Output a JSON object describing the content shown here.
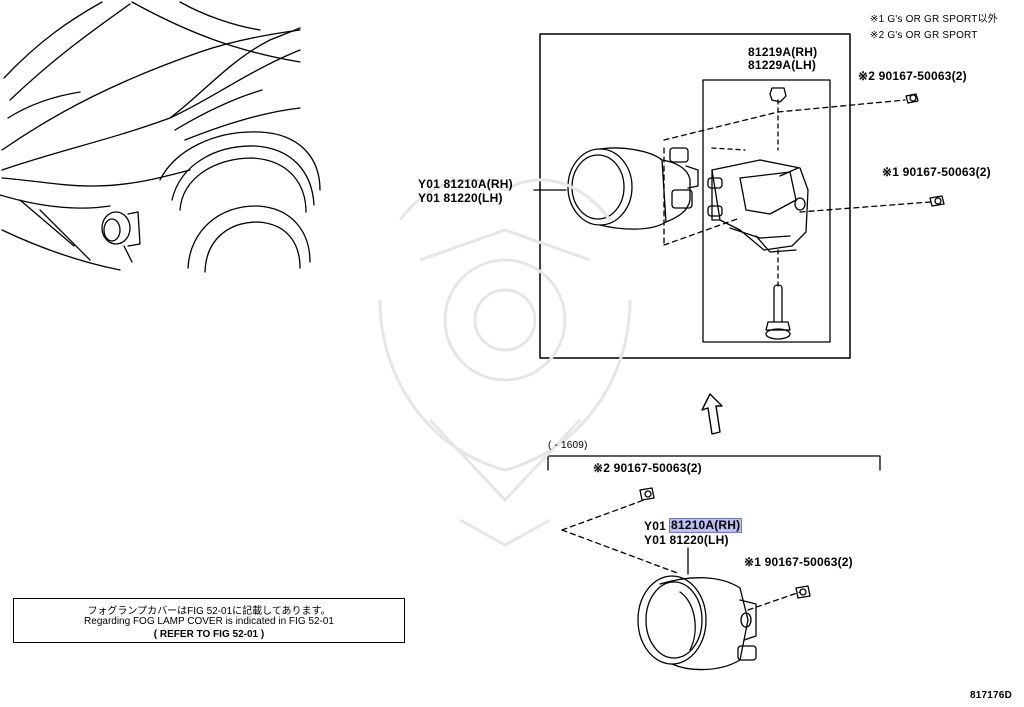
{
  "legend": {
    "line1": "※1 G's OR GR SPORT以外",
    "line2": "※2 G's OR GR SPORT"
  },
  "upper_box": {
    "bracket_rh": "81219A(RH)",
    "bracket_lh": "81229A(LH)",
    "screw_top": "※2 90167-50063(2)",
    "screw_mid": "※1 90167-50063(2)",
    "lamp_rh": "Y01 81210A(RH)",
    "lamp_lh": "Y01 81220(LH)"
  },
  "lower_group": {
    "date_range": "(   - 1609)",
    "screw_top": "※2 90167-50063(2)",
    "lamp_prefix_rh": "Y01",
    "lamp_rh": "81210A(RH)",
    "lamp_lh": "Y01 81220(LH)",
    "screw_right": "※1 90167-50063(2)"
  },
  "note": {
    "line1": "フォグランプカバーはFIG 52-01に記載してあります。",
    "line2": "Regarding FOG LAMP COVER is indicated in FIG 52-01",
    "line3": "(   REFER TO FIG 52-01   )"
  },
  "figure_code": "817176D"
}
